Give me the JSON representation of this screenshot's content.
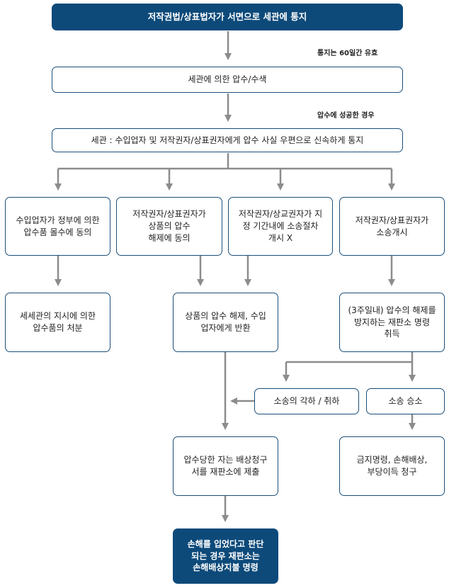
{
  "nodes": {
    "notify": "저작권법/상표법자가 서면으로 세관에 통지",
    "seizure": "세관에 의한 압수/수색",
    "customs_notify": "세관 : 수입업자 및 저작권자/상표권자에게 압수 사실 우편으로 신속하게 통지",
    "importer_consent": "수입업자가 정부에 의한\n압수품 몰수에 동의",
    "holder_consent": "저작권자/상표권자가\n상품의 압수\n해제에 동의",
    "holder_no_suit": "저작권자/상교권자가 지\n정 기간내에 소송절차\n개시 X",
    "holder_suit": "저작권자/상표권자가\n소송개시",
    "disposal": "세세관의 지시에 의한\n압수품의 처분",
    "release": "상품의 압수 해제, 수입\n업자에게 반환",
    "cancel_order": "(3주일내) 압수의 해제를\n방지하는 재판소 명령\n취득",
    "suit_dismissed": "소송의 각하 / 취하",
    "suit_won": "소송 승소",
    "damages_claim": "압수당한 자는 배상청구\n서를 재판소에 제출",
    "remedies": "금지명령, 손해배상,\n부당이득 청구",
    "court_order": "손해를 입었다고 판단\n되는 경우 재판소는\n손해배상지불 명령"
  },
  "notes": {
    "valid_period": "통지는 60일간 유효",
    "seizure_success": "압수에 성공한 경우"
  },
  "colors": {
    "dark_box": "#0d4a7a",
    "box_border": "#1a4f7a",
    "connector": "#8c8c8c"
  }
}
